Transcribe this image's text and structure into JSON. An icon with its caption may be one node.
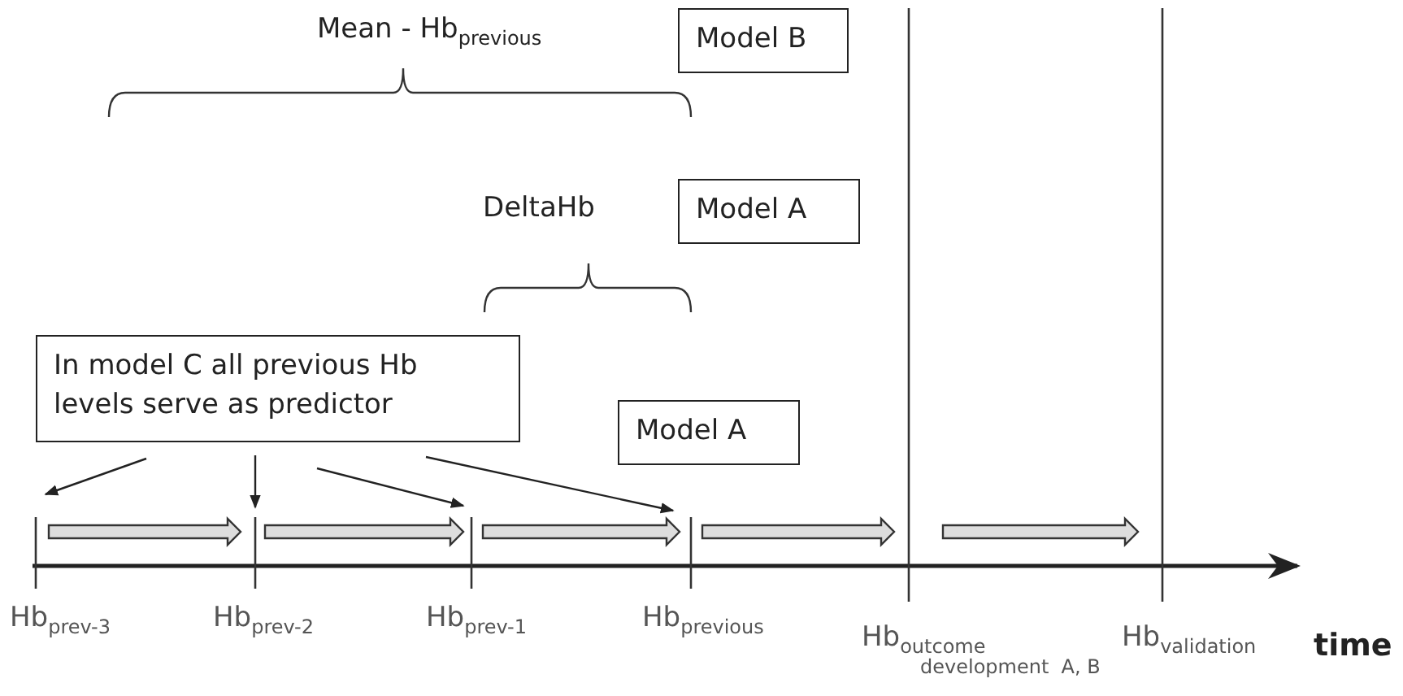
{
  "diagram": {
    "nodes": [
      {
        "text": [
          "Model B"
        ]
      },
      {
        "text": [
          "Model A"
        ]
      },
      {
        "text": [
          "In model C all previous Hb levels serve as predictor"
        ]
      },
      {
        "text": [
          "Model A"
        ]
      }
    ],
    "edges": [
      {
        "from": 2,
        "to": null,
        "arrow": "to"
      },
      {
        "from": 2,
        "to": null,
        "arrow": "to"
      },
      {
        "from": 2,
        "to": null,
        "arrow": "to"
      },
      {
        "from": 2,
        "to": null,
        "arrow": "to"
      }
    ],
    "labels": [
      "Mean - Hb$_{previous}$",
      "DeltaHb",
      "Hb$_{prev-3}$",
      "Hb$_{prev-2}$",
      "Hb$_{prev-1}$",
      "Hb$_{previous}$",
      "Hb$_{outcome}$",
      "development  A, B",
      "Hb$_{validation}$",
      "time"
    ]
  }
}
